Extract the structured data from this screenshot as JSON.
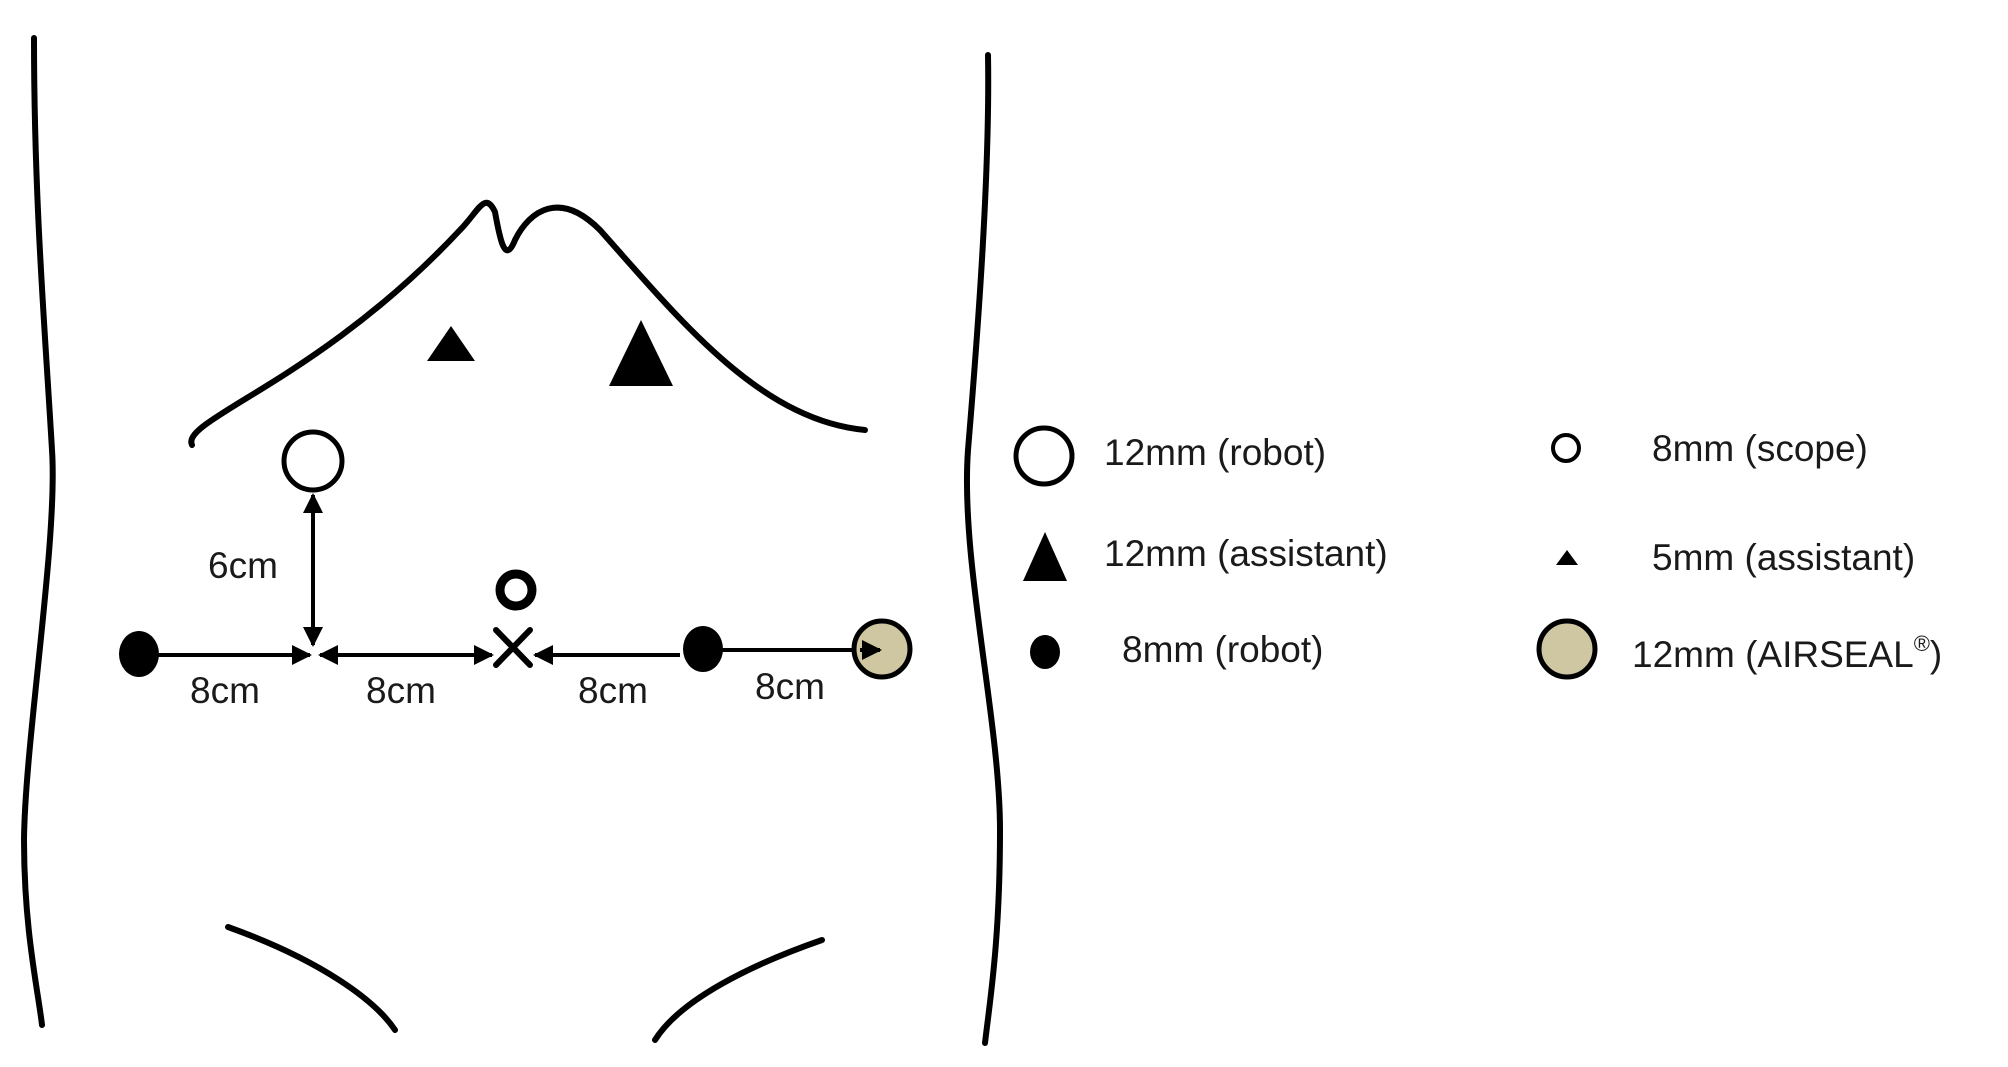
{
  "diagram": {
    "colors": {
      "outline": "#000000",
      "airseal_fill": "#cfc6a2",
      "open_fill": "#ffffff"
    },
    "distances": {
      "vertical": "6cm",
      "seg1": "8cm",
      "seg2": "8cm",
      "seg3": "8cm",
      "seg4": "8cm"
    },
    "legend": [
      {
        "key": "robot12",
        "symbol": "open-circle-large-icon",
        "text": "12mm (robot)"
      },
      {
        "key": "scope8",
        "symbol": "open-circle-small-icon",
        "text": "8mm (scope)"
      },
      {
        "key": "assistant12",
        "symbol": "triangle-large-icon",
        "text": "12mm (assistant)"
      },
      {
        "key": "assistant5",
        "symbol": "triangle-small-icon",
        "text": "5mm (assistant)"
      },
      {
        "key": "robot8",
        "symbol": "filled-circle-icon",
        "text": "8mm (robot)"
      },
      {
        "key": "airseal12",
        "symbol": "airseal-circle-icon",
        "text": "12mm (AIRSEAL",
        "superscript": "®",
        "suffix": ")"
      }
    ]
  }
}
